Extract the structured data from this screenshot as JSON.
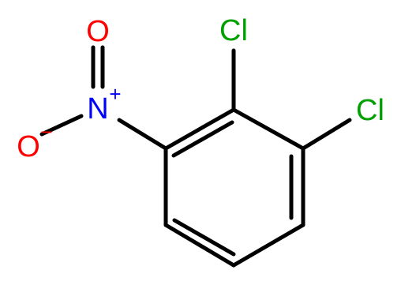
{
  "molecule": {
    "atoms": {
      "cl_top": {
        "symbol": "Cl",
        "color": "#00a000"
      },
      "cl_right": {
        "symbol": "Cl",
        "color": "#00a000"
      },
      "nitrogen": {
        "symbol": "N",
        "charge": "+",
        "color": "#0000ff"
      },
      "oxygen_double": {
        "symbol": "O",
        "color": "#ff0000"
      },
      "oxygen_single": {
        "symbol": "O",
        "charge": "−",
        "color": "#ff0000"
      }
    },
    "bond_color": "#000000"
  }
}
